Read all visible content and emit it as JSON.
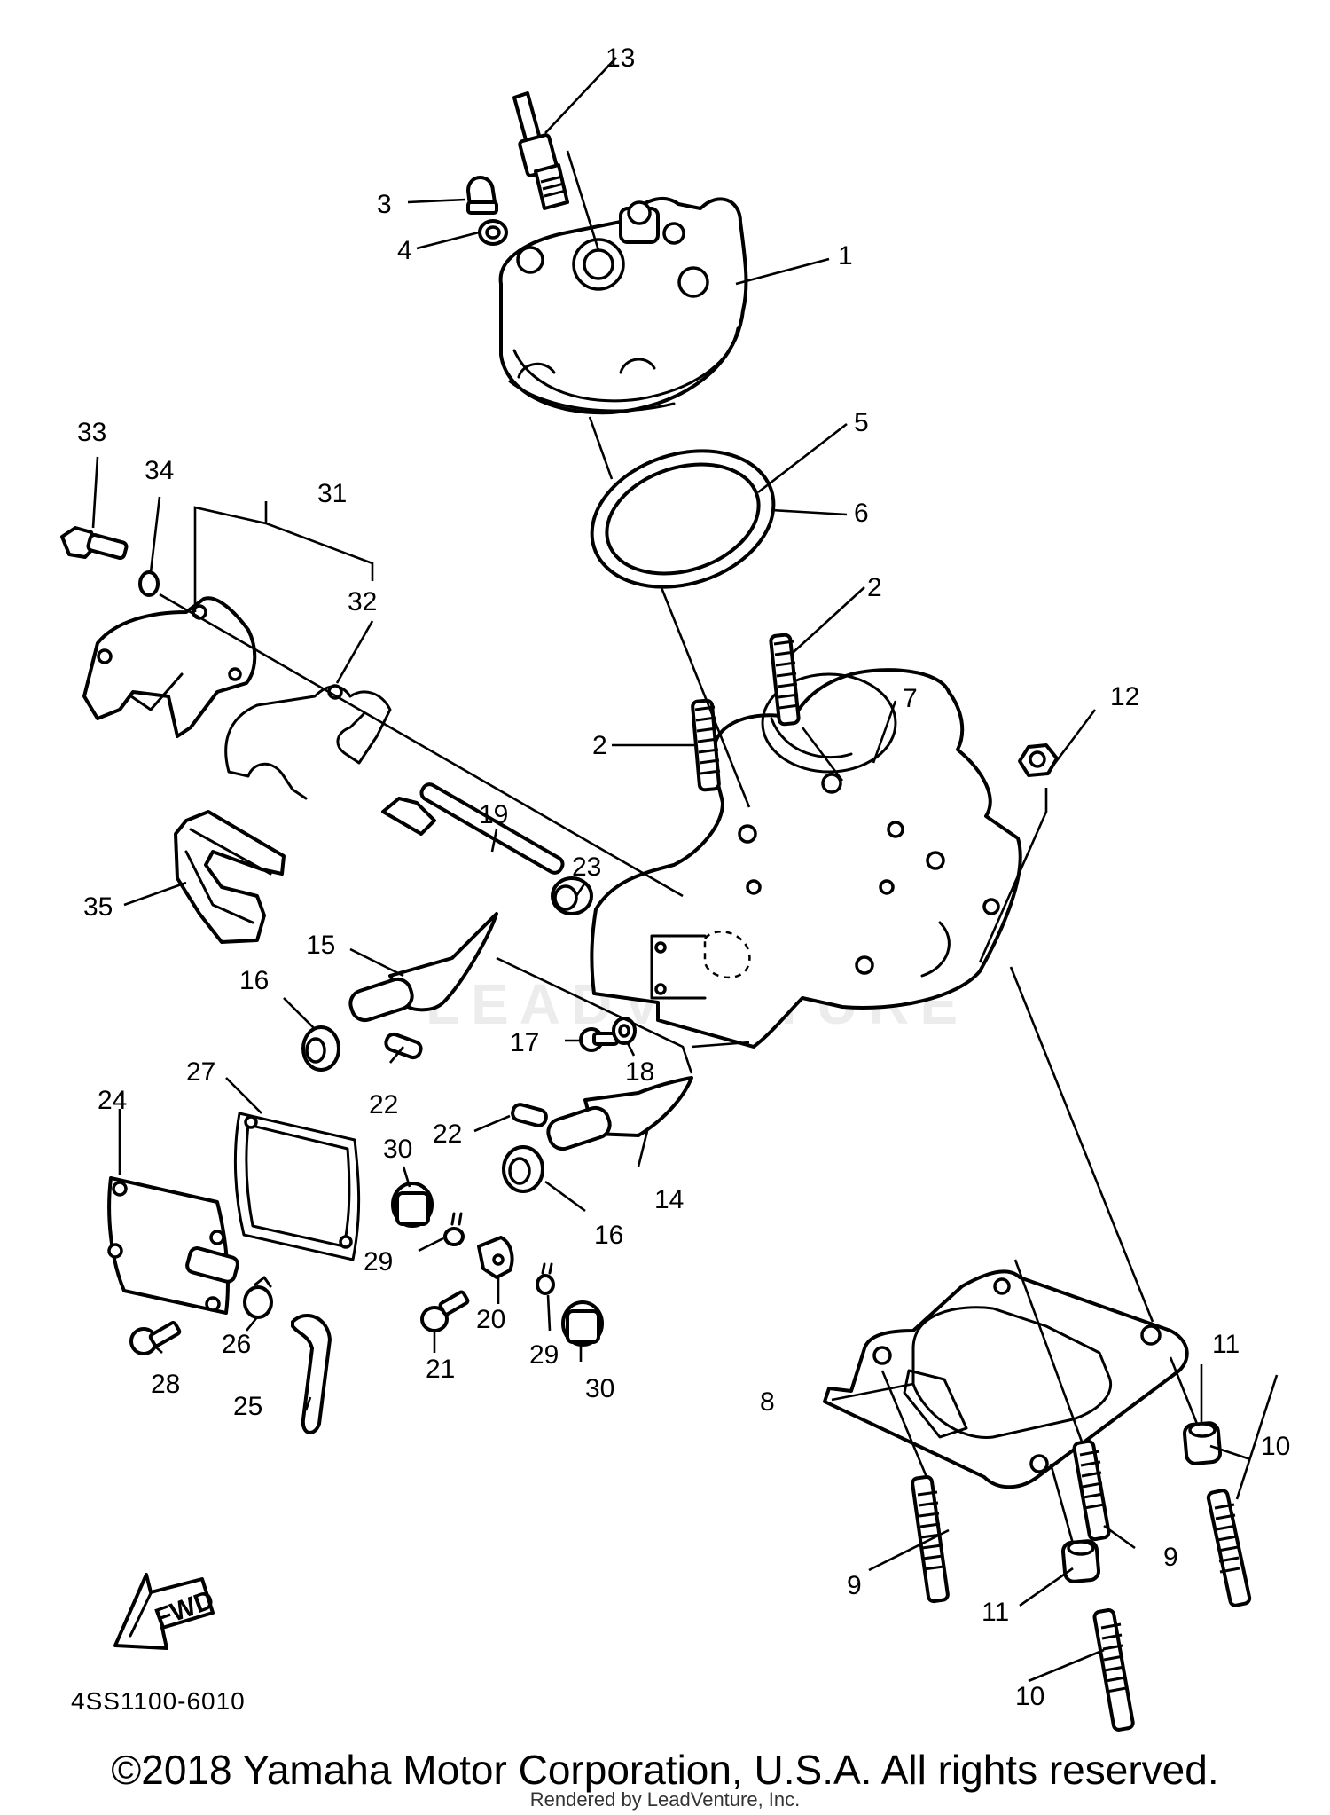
{
  "diagram": {
    "part_code": "4SS1100-6010",
    "fwd_label": "FWD",
    "copyright": "©2018 Yamaha Motor Corporation, U.S.A. All rights reserved.",
    "rendered_by": "Rendered by LeadVenture, Inc.",
    "watermark": "LEADVENTURE",
    "callouts": {
      "c1": "1",
      "c2a": "2",
      "c2b": "2",
      "c3": "3",
      "c4": "4",
      "c5": "5",
      "c6": "6",
      "c7": "7",
      "c8": "8",
      "c9a": "9",
      "c9b": "9",
      "c10a": "10",
      "c10b": "10",
      "c11a": "11",
      "c11b": "11",
      "c12": "12",
      "c13": "13",
      "c14": "14",
      "c15": "15",
      "c16a": "16",
      "c16b": "16",
      "c17": "17",
      "c18": "18",
      "c19": "19",
      "c20": "20",
      "c21": "21",
      "c22a": "22",
      "c22b": "22",
      "c23": "23",
      "c24": "24",
      "c25": "25",
      "c26": "26",
      "c27": "27",
      "c28": "28",
      "c29a": "29",
      "c29b": "29",
      "c30a": "30",
      "c30b": "30",
      "c31": "31",
      "c32": "32",
      "c33": "33",
      "c34": "34",
      "c35": "35"
    }
  }
}
